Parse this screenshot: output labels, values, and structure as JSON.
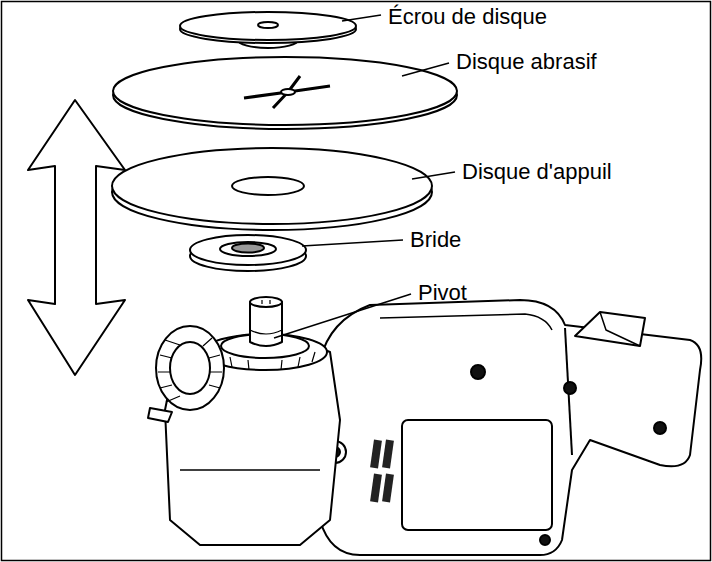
{
  "diagram": {
    "labels": [
      "Écrou de disque",
      "Disque abrasif",
      "Disque d'appuil",
      "Bride",
      "Pivot"
    ]
  }
}
